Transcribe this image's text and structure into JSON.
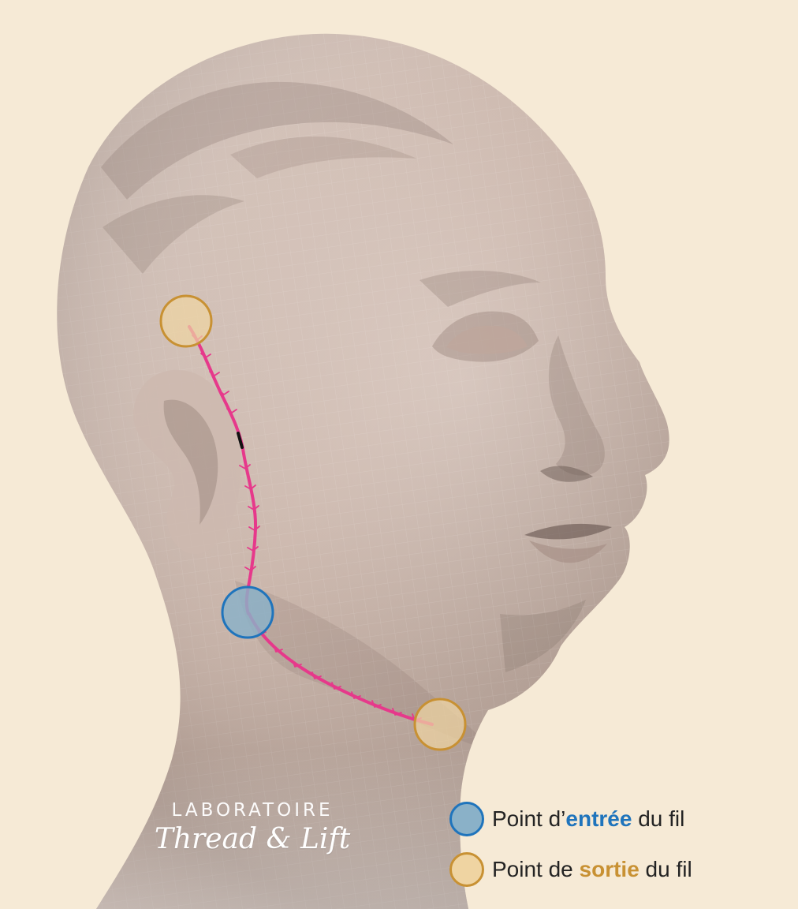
{
  "brand": {
    "top": "LABORATOIRE",
    "script_name": "Thread & Lift"
  },
  "legend": {
    "entry": {
      "prefix": "Point d’",
      "highlight": "entrée",
      "suffix": " du fil",
      "color": "#1f74bc"
    },
    "exit": {
      "prefix": "Point de ",
      "highlight": "sortie",
      "suffix": " du fil",
      "color": "#c89133"
    }
  },
  "colors": {
    "background": "#f6ead6",
    "thread": "#e6398b",
    "entry_fill": "#8ab1c8",
    "exit_fill": "#efd4a2",
    "skin": "#cdbcb3"
  }
}
